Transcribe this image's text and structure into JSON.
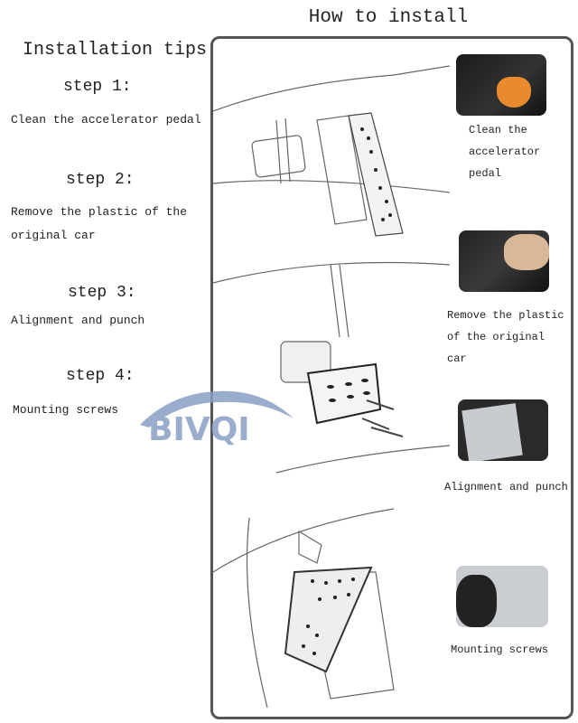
{
  "header": {
    "title": "How to install"
  },
  "tips": {
    "title": "Installation tips",
    "steps": [
      {
        "label": "step 1:",
        "text": "Clean the accelerator pedal"
      },
      {
        "label": "step 2:",
        "text": "Remove the plastic of the original car"
      },
      {
        "label": "step 3:",
        "text": "Alignment and punch"
      },
      {
        "label": "step 4:",
        "text": "Mounting screws"
      }
    ]
  },
  "panel": {
    "captions": [
      "Clean the accelerator pedal",
      "Remove the plastic of the original car",
      "Alignment and punch",
      "Mounting screws"
    ]
  },
  "watermark": {
    "brand": "BIVQI",
    "color": "#8a9fc4"
  }
}
